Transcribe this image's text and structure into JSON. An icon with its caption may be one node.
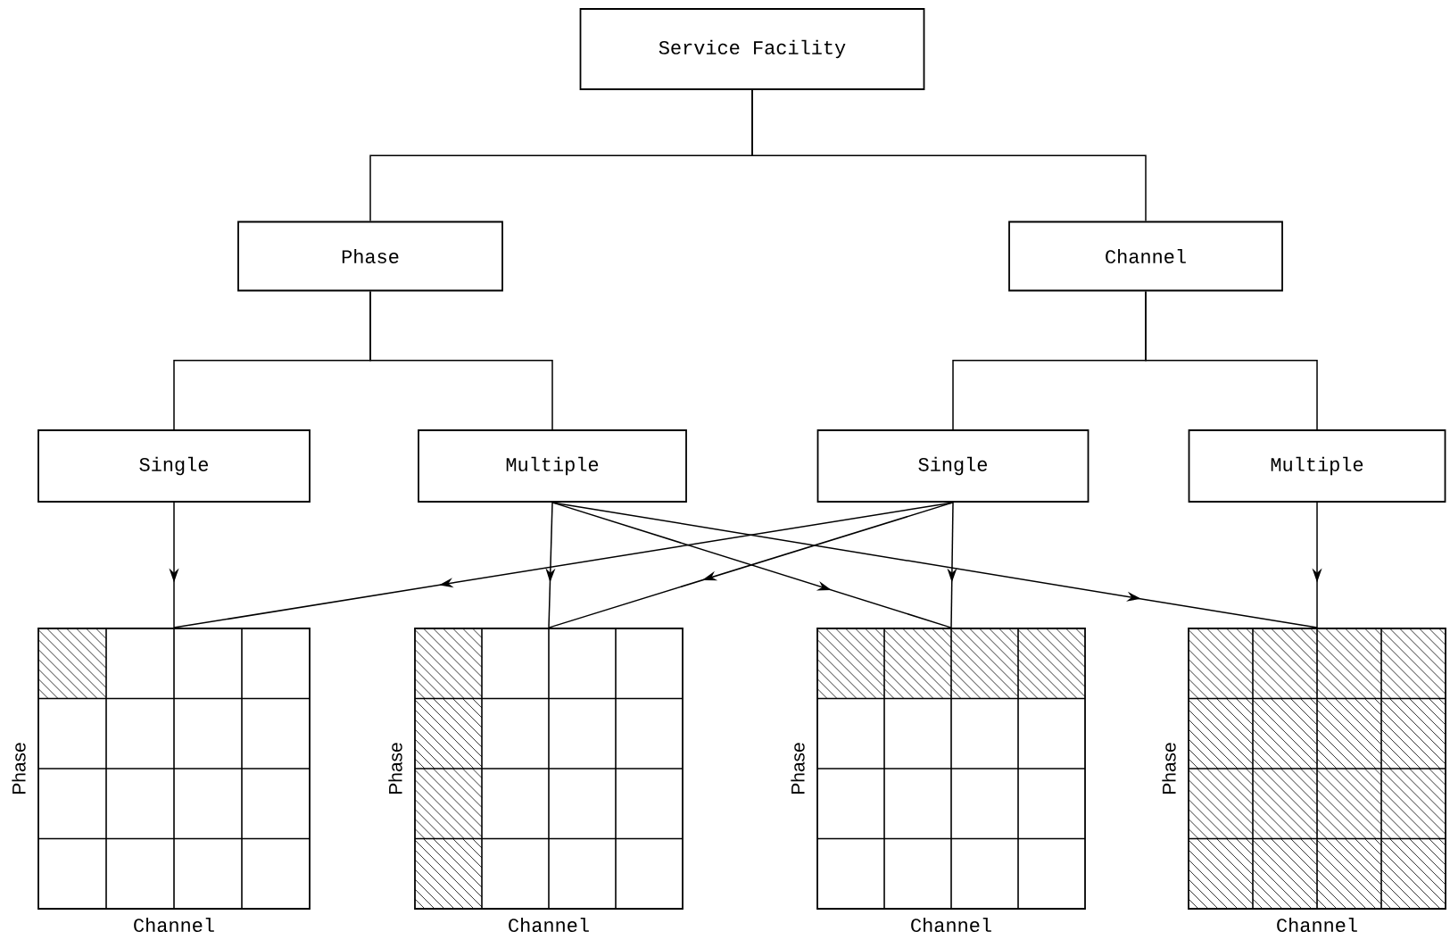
{
  "diagram": {
    "nodes": [
      {
        "text": [
          "Service Facility"
        ]
      },
      {
        "text": [
          "Phase"
        ]
      },
      {
        "text": [
          "Channel"
        ]
      },
      {
        "text": [
          "Single"
        ]
      },
      {
        "text": [
          "Multiple"
        ]
      },
      {
        "text": [
          "Single"
        ]
      },
      {
        "text": [
          "Multiple"
        ]
      },
      {
        "text": [
          "Phase",
          "Channel"
        ]
      },
      {
        "text": [
          "Phase",
          "Channel"
        ]
      },
      {
        "text": [
          "Phase",
          "Channel"
        ]
      },
      {
        "text": [
          "Phase",
          "Channel"
        ]
      }
    ],
    "edges": [
      {
        "from": 0,
        "to": 1,
        "arrow": "none"
      },
      {
        "from": 0,
        "to": 2,
        "arrow": "none"
      },
      {
        "from": 1,
        "to": 3,
        "arrow": "none"
      },
      {
        "from": 1,
        "to": 4,
        "arrow": "none"
      },
      {
        "from": 2,
        "to": 5,
        "arrow": "none"
      },
      {
        "from": 2,
        "to": 6,
        "arrow": "none"
      },
      {
        "from": 3,
        "to": 7,
        "arrow": "to"
      },
      {
        "from": 4,
        "to": 8,
        "arrow": "to"
      },
      {
        "from": 4,
        "to": 9,
        "arrow": "to"
      },
      {
        "from": 4,
        "to": 10,
        "arrow": "to"
      },
      {
        "from": 5,
        "to": 7,
        "arrow": "to"
      },
      {
        "from": 5,
        "to": 8,
        "arrow": "to"
      },
      {
        "from": 5,
        "to": 9,
        "arrow": "to"
      },
      {
        "from": 6,
        "to": 10,
        "arrow": "to"
      }
    ]
  }
}
